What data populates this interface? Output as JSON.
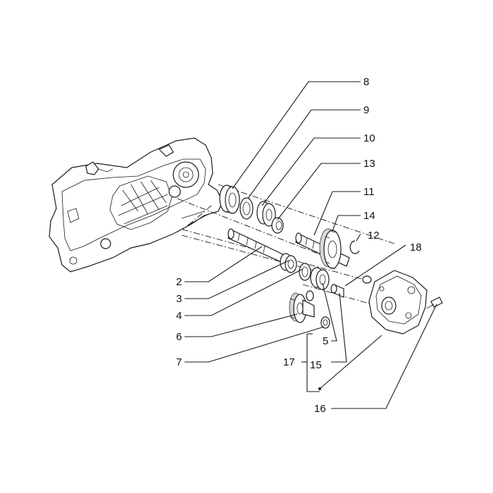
{
  "callouts": [
    {
      "id": "c8",
      "label": "8"
    },
    {
      "id": "c9",
      "label": "9"
    },
    {
      "id": "c10",
      "label": "10"
    },
    {
      "id": "c13",
      "label": "13"
    },
    {
      "id": "c11",
      "label": "11"
    },
    {
      "id": "c14",
      "label": "14"
    },
    {
      "id": "c12",
      "label": "12"
    },
    {
      "id": "c18",
      "label": "18"
    },
    {
      "id": "c2",
      "label": "2"
    },
    {
      "id": "c3",
      "label": "3"
    },
    {
      "id": "c4",
      "label": "4"
    },
    {
      "id": "c6",
      "label": "6"
    },
    {
      "id": "c5",
      "label": "5"
    },
    {
      "id": "c7",
      "label": "7"
    },
    {
      "id": "c17",
      "label": "17"
    },
    {
      "id": "c15",
      "label": "15"
    },
    {
      "id": "c16",
      "label": "16"
    }
  ]
}
